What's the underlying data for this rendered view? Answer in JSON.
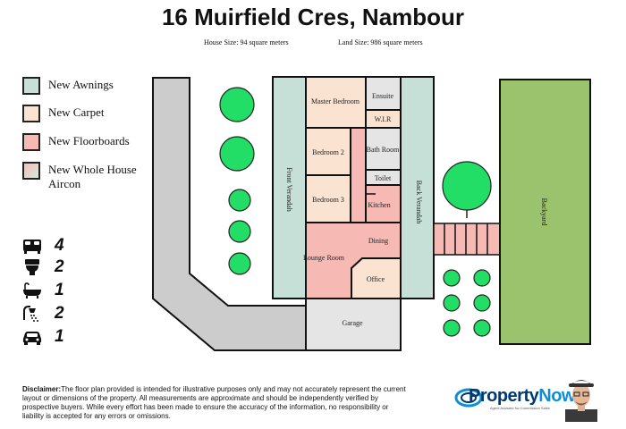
{
  "title": "16 Muirfield Cres, Nambour",
  "house_size": "House Size: 94 square meters",
  "land_size": "Land Size: 986 square meters",
  "legend": [
    {
      "label": "New Awnings",
      "color": "#c6e0d8"
    },
    {
      "label": "New Carpet",
      "color": "#fbe3d2"
    },
    {
      "label": "New Floorboards",
      "color": "#f6b9b4"
    },
    {
      "label": "New Whole House Aircon",
      "color": "#f5d3cc"
    }
  ],
  "stats": [
    {
      "icon": "bed-icon",
      "value": "4"
    },
    {
      "icon": "toilet-icon",
      "value": "2"
    },
    {
      "icon": "bathtub-icon",
      "value": "1"
    },
    {
      "icon": "shower-icon",
      "value": "2"
    },
    {
      "icon": "car-icon",
      "value": "1"
    }
  ],
  "rooms": {
    "front_verandah": "Front Verandah",
    "master_bedroom": "Master Bedroom",
    "ensuite": "Ensuite",
    "wir": "W.I.R",
    "bedroom2": "Bedroom 2",
    "bath_room": "Bath Room",
    "toilet": "Toilet",
    "bedroom3": "Bedroom 3",
    "kitchen": "Kitchen",
    "dining": "Dining",
    "lounge_room": "Lounge Room",
    "office": "Office",
    "garage": "Garage",
    "back_verandah": "Back Verandah",
    "backyard": "Backyard"
  },
  "disclaimer": {
    "heading": "Disclaimer:",
    "text": "The floor plan provided is intended for illustrative purposes only and may not accurately represent the current layout or dimensions of the property. All measurements are approximate and should be independently verified by prospective buyers. While every effort has been made to ensure the accuracy of the information, no responsibility or liability is accepted for any errors or omissions."
  },
  "brand": {
    "name_a": "Property",
    "name_b": "Now",
    "tagline": "Agent Assisted No Commission Sales"
  },
  "colors": {
    "awnings": "#c6e0d8",
    "carpet": "#fbe3d2",
    "floorboards": "#f6b9b4",
    "grey": "#e5e5e5",
    "driveway": "#cccccc",
    "backyard": "#9bc26c",
    "tree": "#22dd66"
  }
}
